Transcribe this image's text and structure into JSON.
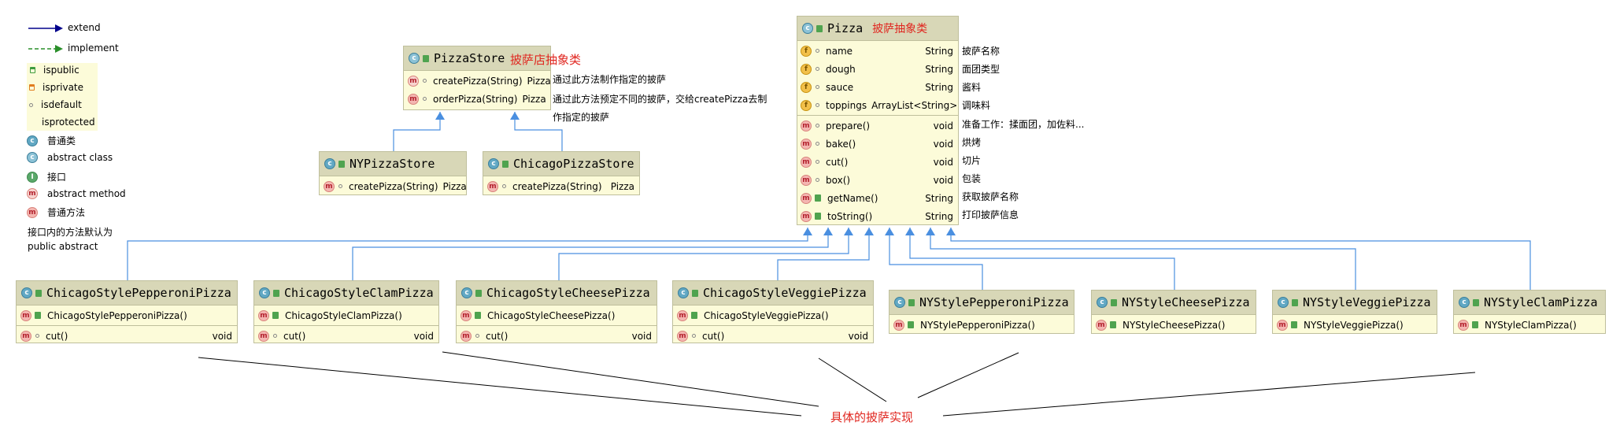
{
  "legend": {
    "extend": "extend",
    "implement": "implement",
    "ispublic": "ispublic",
    "isprivate": "isprivate",
    "isdefault": "isdefault",
    "isprotected": "isprotected",
    "normal_class": "普通类",
    "abstract_class": "abstract class",
    "interface": "接口",
    "abstract_method": "abstract method",
    "normal_method": "普通方法",
    "interface_note_1": "接口内的方法默认为",
    "interface_note_2": "public abstract",
    "colors": {
      "extend_arrow": "#00008b",
      "implement_arrow": "#2a8f2a",
      "inherit_line": "#4a8fe0",
      "note_red": "#e0261f"
    }
  },
  "pizza_store": {
    "name": "PizzaStore",
    "note": "披萨店抽象类",
    "methods": [
      {
        "name": "createPizza(String)",
        "type": "Pizza",
        "comment": "通过此方法制作指定的披萨"
      },
      {
        "name": "orderPizza(String)",
        "type": "Pizza",
        "comment": "通过此方法预定不同的披萨，交给createPizza去制"
      }
    ],
    "comment_cont": "作指定的披萨"
  },
  "ny_store": {
    "name": "NYPizzaStore",
    "methods": [
      {
        "name": "createPizza(String)",
        "type": "Pizza"
      }
    ]
  },
  "chicago_store": {
    "name": "ChicagoPizzaStore",
    "methods": [
      {
        "name": "createPizza(String)",
        "type": "Pizza"
      }
    ]
  },
  "pizza": {
    "name": "Pizza",
    "note": "披萨抽象类",
    "fields": [
      {
        "name": "name",
        "type": "String",
        "comment": "披萨名称"
      },
      {
        "name": "dough",
        "type": "String",
        "comment": "面团类型"
      },
      {
        "name": "sauce",
        "type": "String",
        "comment": "酱料"
      },
      {
        "name": "toppings",
        "type": "ArrayList<String>",
        "comment": "调味料"
      }
    ],
    "methods": [
      {
        "name": "prepare()",
        "type": "void",
        "comment": "准备工作：揉面团，加佐料..."
      },
      {
        "name": "bake()",
        "type": "void",
        "comment": "烘烤"
      },
      {
        "name": "cut()",
        "type": "void",
        "comment": "切片"
      },
      {
        "name": "box()",
        "type": "void",
        "comment": "包装"
      },
      {
        "name": "getName()",
        "type": "String",
        "comment": "获取披萨名称"
      },
      {
        "name": "toString()",
        "type": "String",
        "comment": "打印披萨信息"
      }
    ]
  },
  "subclasses": [
    {
      "name": "ChicagoStylePepperoniPizza",
      "ctor": "ChicagoStylePepperoniPizza()",
      "method": "cut()",
      "method_type": "void"
    },
    {
      "name": "ChicagoStyleClamPizza",
      "ctor": "ChicagoStyleClamPizza()",
      "method": "cut()",
      "method_type": "void"
    },
    {
      "name": "ChicagoStyleCheesePizza",
      "ctor": "ChicagoStyleCheesePizza()",
      "method": "cut()",
      "method_type": "void"
    },
    {
      "name": "ChicagoStyleVeggiePizza",
      "ctor": "ChicagoStyleVeggiePizza()",
      "method": "cut()",
      "method_type": "void"
    },
    {
      "name": "NYStylePepperoniPizza",
      "ctor": "NYStylePepperoniPizza()"
    },
    {
      "name": "NYStyleCheesePizza",
      "ctor": "NYStyleCheesePizza()"
    },
    {
      "name": "NYStyleVeggiePizza",
      "ctor": "NYStyleVeggiePizza()"
    },
    {
      "name": "NYStyleClamPizza",
      "ctor": "NYStyleClamPizza()"
    }
  ],
  "concrete_label": "具体的披萨实现"
}
